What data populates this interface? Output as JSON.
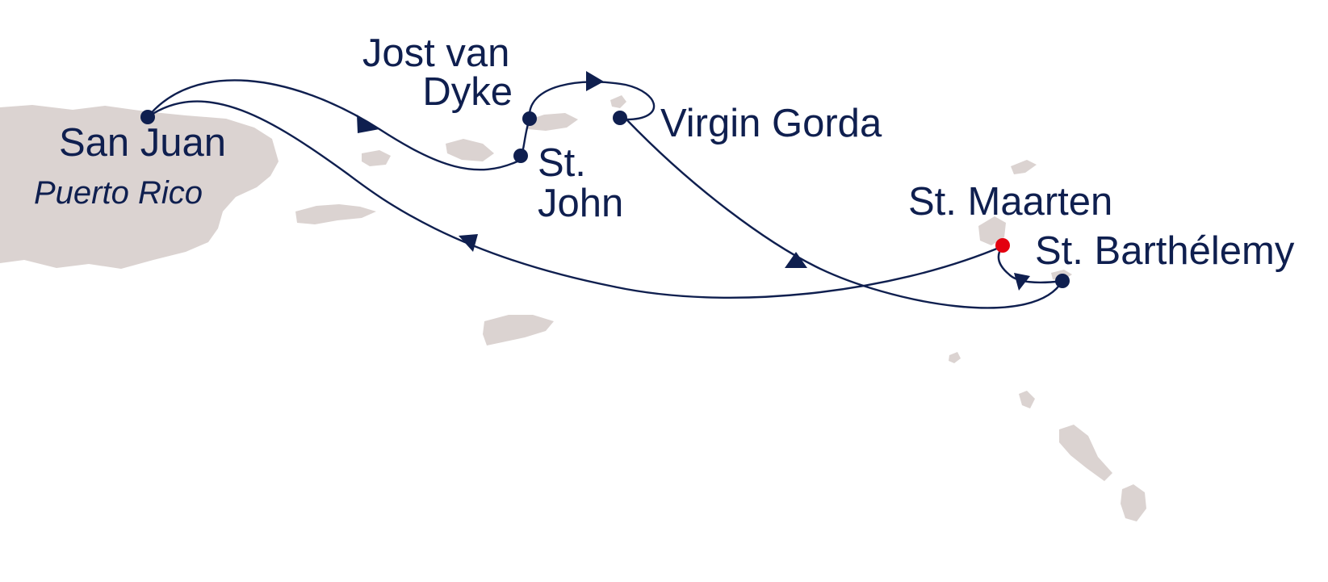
{
  "colors": {
    "land": "#dbd3d1",
    "route": "#0f1f4f",
    "port_marker": "#0f1f4f",
    "highlight_marker": "#e3000f",
    "region_label": "#b3895f",
    "port_label": "#0f1f4f"
  },
  "region": {
    "label": "Puerto Rico"
  },
  "ports": [
    {
      "id": "san-juan",
      "lines": [
        "San Juan"
      ]
    },
    {
      "id": "jost-van-dyke",
      "lines": [
        "Jost van",
        "Dyke"
      ]
    },
    {
      "id": "st-john",
      "lines": [
        "St.",
        "John"
      ]
    },
    {
      "id": "virgin-gorda",
      "lines": [
        "Virgin Gorda"
      ]
    },
    {
      "id": "st-maarten",
      "lines": [
        "St. Maarten"
      ]
    },
    {
      "id": "st-barthelemy",
      "lines": [
        "St. Barthélemy"
      ]
    }
  ]
}
